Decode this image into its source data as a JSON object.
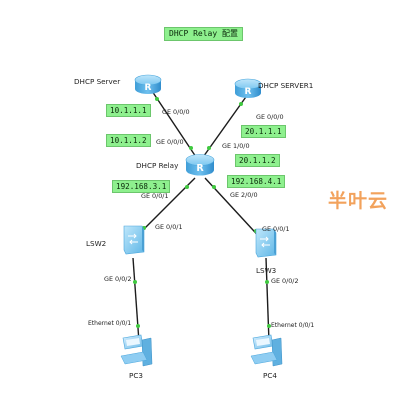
{
  "title": "DHCP Relay 配置",
  "devices": {
    "dhcp_server": "DHCP Server",
    "dhcp_server1": "DHCP SERVER1",
    "dhcp_relay": "DHCP Relay",
    "lsw2": "LSW2",
    "lsw3": "LSW3",
    "pc3": "PC3",
    "pc4": "PC4"
  },
  "ip_labels": {
    "server_ip": "10.1.1.1",
    "relay_ip_to_server": "10.1.1.2",
    "server1_ip": "20.1.1.1",
    "relay_ip_to_server1": "20.1.1.2",
    "relay_ip_to_lsw2": "192.168.3.1",
    "relay_ip_to_lsw3": "192.168.4.1"
  },
  "ports": {
    "server_ge000": "GE 0/0/0",
    "relay_ge000": "GE 0/0/0",
    "server1_ge000": "GE 0/0/0",
    "relay_ge100": "GE 1/0/0",
    "relay_ge001": "GE 0/0/1",
    "relay_ge200": "GE 2/0/0",
    "lsw2_ge001": "GE 0/0/1",
    "lsw3_ge001": "GE 0/0/1",
    "lsw2_ge002": "GE 0/0/2",
    "lsw3_ge002": "GE 0/0/2",
    "pc3_eth": "Ethernet 0/0/1",
    "pc4_eth": "Ethernet 0/0/1"
  },
  "watermark": "半叶云",
  "colors": {
    "label_bg": "#8ef08e",
    "link": "#1c1c1c",
    "port_dot": "#3fc93f",
    "router": "#5ab3e8",
    "watermark": "#f2a25c"
  },
  "icons": {
    "router": "router-icon",
    "switch": "switch-icon",
    "pc": "pc-icon"
  }
}
